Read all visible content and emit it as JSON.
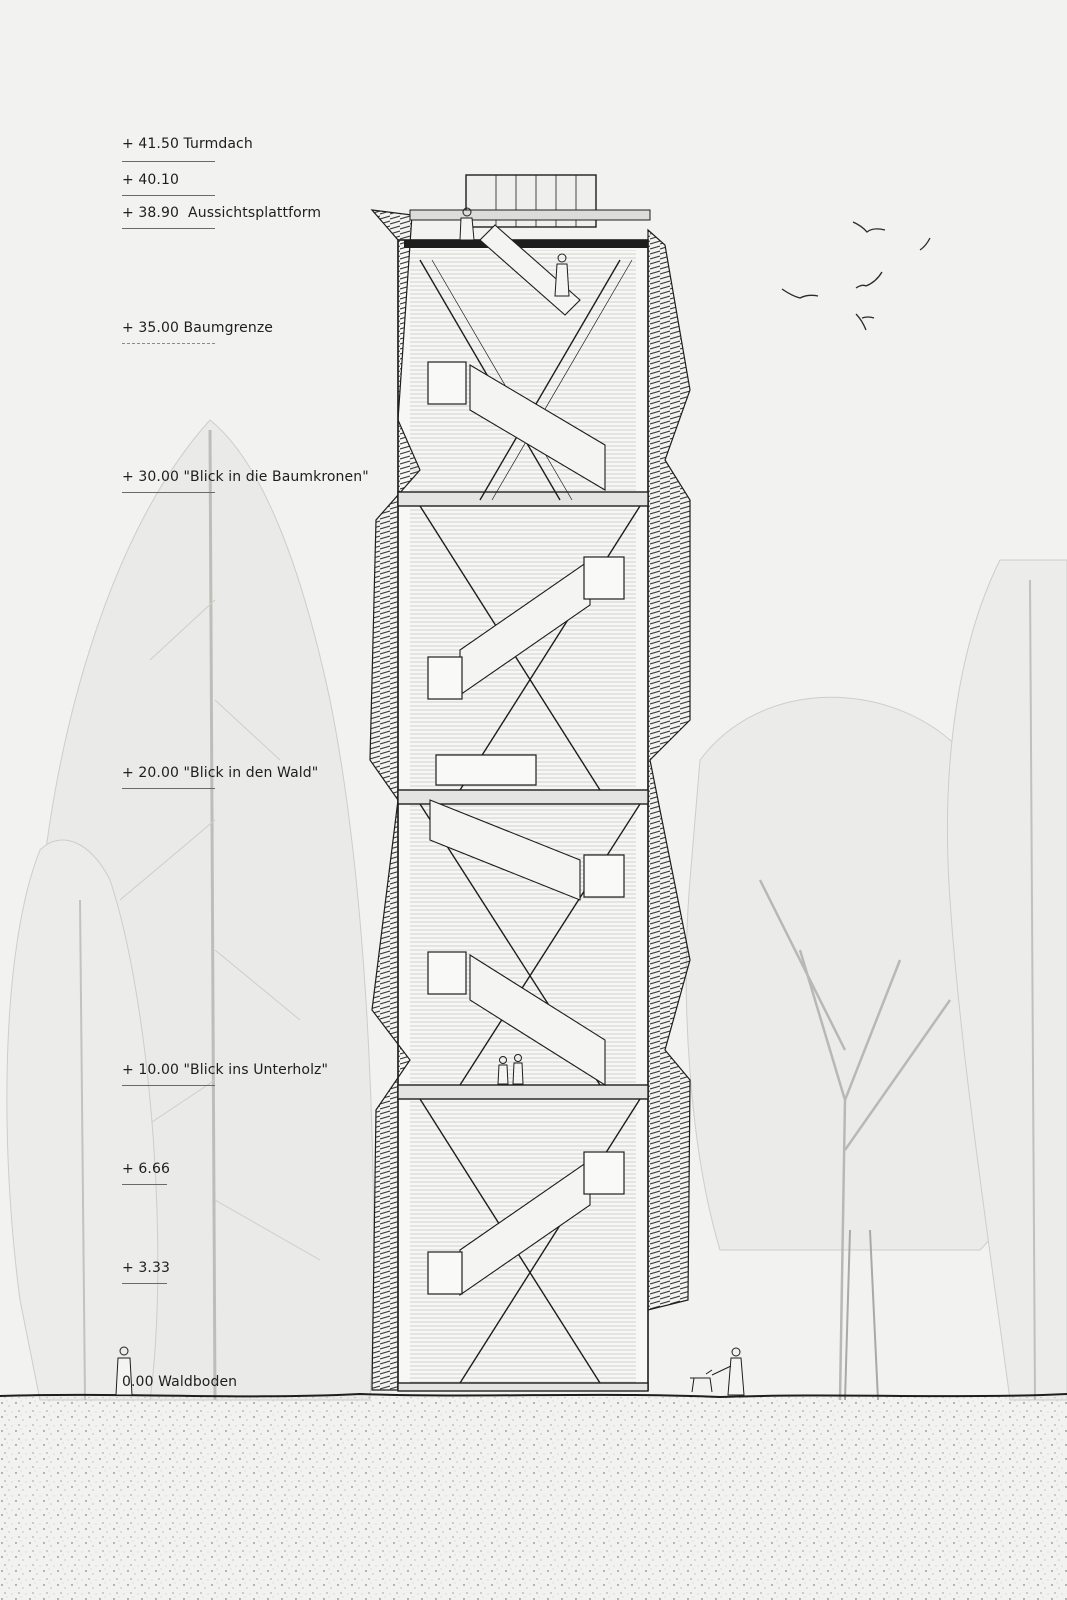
{
  "levels": [
    {
      "value": 41.5,
      "label": "+ 41.50 Turmdach"
    },
    {
      "value": 40.1,
      "label": "+ 40.10"
    },
    {
      "value": 38.9,
      "label": "+ 38.90  Aussichtsplattform"
    },
    {
      "value": 35.0,
      "label": "+ 35.00 Baumgrenze"
    },
    {
      "value": 30.0,
      "label": "+ 30.00 \"Blick in die Baumkronen\""
    },
    {
      "value": 20.0,
      "label": "+ 20.00 \"Blick in den Wald\""
    },
    {
      "value": 10.0,
      "label": "+ 10.00 \"Blick ins Unterholz\""
    },
    {
      "value": 6.66,
      "label": "+ 6.66"
    },
    {
      "value": 3.33,
      "label": "+ 3.33"
    },
    {
      "value": 0.0,
      "label": "0.00 Waldboden"
    }
  ],
  "colors": {
    "background": "#f2f2f1",
    "ink": "#1e1e1e",
    "tree_ink": "#c9c9c6",
    "ground": "#2a2a2a"
  }
}
